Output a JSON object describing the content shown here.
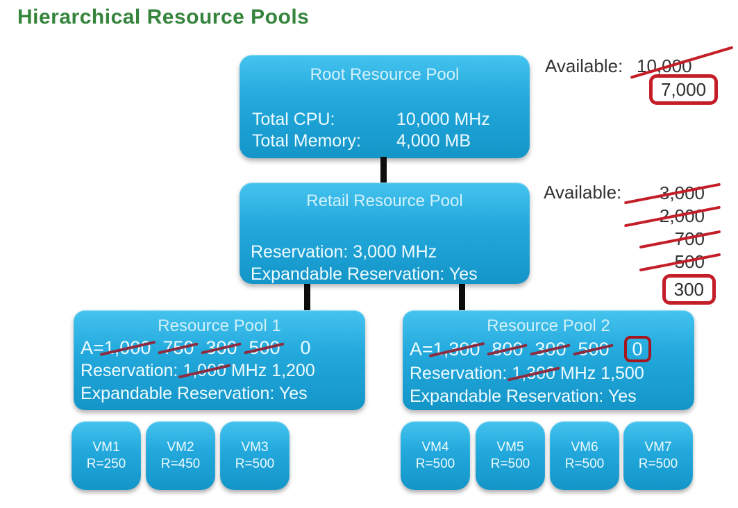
{
  "page_title": "Hierarchical Resource Pools",
  "colors": {
    "title_green": "#35843c",
    "box_blue_top": "#45c3ee",
    "box_blue_bottom": "#1495c8",
    "box_text": "#eefbff",
    "box_title_text": "#d2f1fb",
    "annotation_text": "#333333",
    "annotation_red": "#c41e28",
    "strike_dark_red": "#8c2c40",
    "connector_black": "#0d0d0d"
  },
  "root_pool": {
    "title": "Root Resource Pool",
    "specs": [
      {
        "label": "Total CPU:",
        "value": "10,000 MHz"
      },
      {
        "label": "Total Memory:",
        "value": "4,000 MB"
      }
    ],
    "available": {
      "label": "Available:",
      "history": [
        "10,000"
      ],
      "current": "7,000"
    }
  },
  "retail_pool": {
    "title": "Retail Resource Pool",
    "reservation": "Reservation: 3,000 MHz",
    "expandable": "Expandable Reservation: Yes",
    "available": {
      "label": "Available:",
      "history": [
        "3,000",
        "2,000",
        "700",
        "500"
      ],
      "current": "300"
    }
  },
  "pool1": {
    "title": "Resource Pool 1",
    "available_prefix": "A=",
    "available_history": [
      "1,000",
      "750",
      "300",
      "500"
    ],
    "available_current": "0",
    "reservation_label": "Reservation:",
    "reservation_old": "1,000",
    "reservation_unit": "MHz",
    "reservation_new": "1,200",
    "expandable": "Expandable Reservation: Yes"
  },
  "pool2": {
    "title": "Resource Pool 2",
    "available_prefix": "A=",
    "available_history": [
      "1,300",
      "800",
      "300",
      "500"
    ],
    "available_current": "0",
    "reservation_label": "Reservation:",
    "reservation_old": "1,300",
    "reservation_unit": "MHz",
    "reservation_new": "1,500",
    "expandable": "Expandable Reservation: Yes"
  },
  "vms": [
    {
      "name": "VM1",
      "reservation": "R=250"
    },
    {
      "name": "VM2",
      "reservation": "R=450"
    },
    {
      "name": "VM3",
      "reservation": "R=500"
    },
    {
      "name": "VM4",
      "reservation": "R=500"
    },
    {
      "name": "VM5",
      "reservation": "R=500"
    },
    {
      "name": "VM6",
      "reservation": "R=500"
    },
    {
      "name": "VM7",
      "reservation": "R=500"
    }
  ]
}
